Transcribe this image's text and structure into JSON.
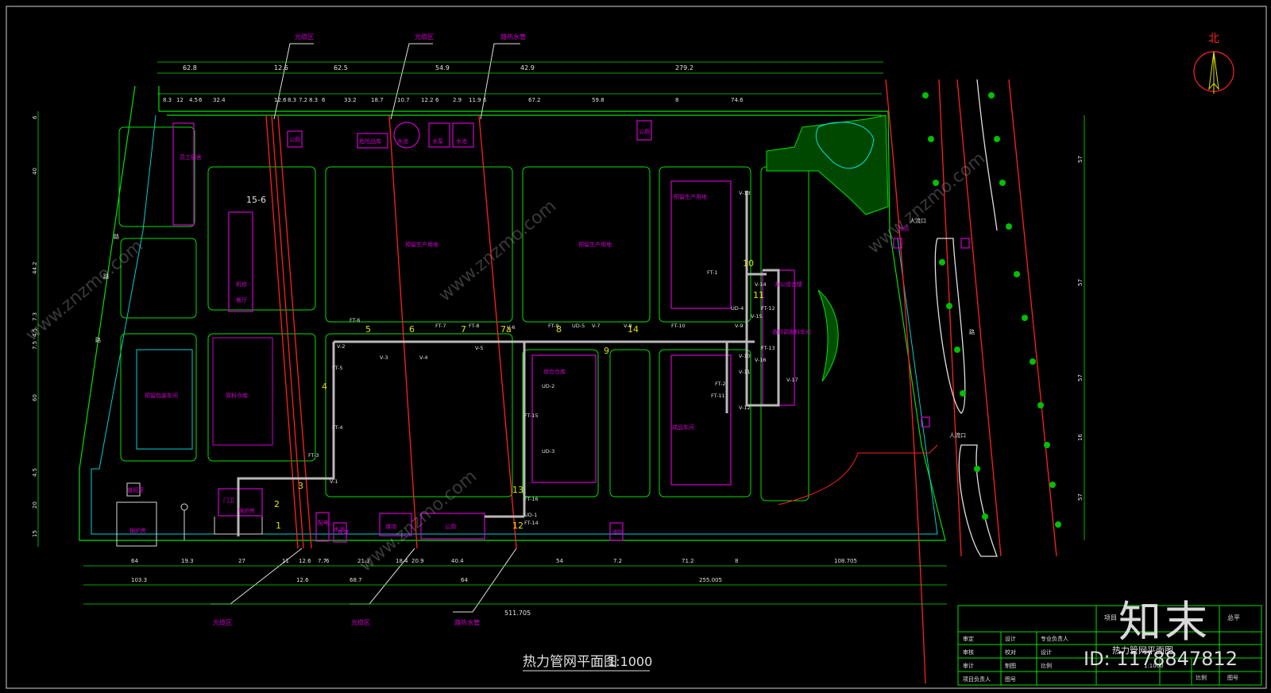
{
  "drawing": {
    "title": "热力管网平面图",
    "scale": "1:1000",
    "north": "北",
    "colors": {
      "background": "#000000",
      "green": "#00e000",
      "magenta": "#d000d0",
      "red": "#ff0000",
      "cyan": "#00d0d0",
      "white": "#e0e0e0",
      "gray": "#b0b0b0",
      "yellow": "#e0e000"
    }
  },
  "dimensions_top": [
    "62.8",
    "12.6",
    "62.5",
    "54.9",
    "42.9",
    "279.2"
  ],
  "dimensions_top2": [
    "8.3",
    "12",
    "4.5",
    "6",
    "32.4",
    "12.6",
    "8.3",
    "7.2",
    "8.3",
    "6",
    "33.2",
    "18.7",
    "10.7",
    "12.2",
    "6",
    "2.9",
    "11.9",
    "6",
    "67.2",
    "59.8",
    "8",
    "74.6"
  ],
  "dimensions_bottom": [
    "64",
    "19.3",
    "27",
    "11",
    "12.6",
    "7.7",
    "6",
    "21.3",
    "18.4",
    "20.9",
    "40.4",
    "54",
    "7.2",
    "71.2",
    "8",
    "108.705"
  ],
  "dimensions_bottom2": [
    "103.3",
    "12.6",
    "68.7",
    "64",
    "255.005"
  ],
  "dimension_total": "511.705",
  "dimensions_left": [
    "6",
    "40",
    "44.2",
    "7.3",
    "4.5",
    "7.5",
    "60",
    "4.5",
    "20",
    "15"
  ],
  "dimensions_right": [
    "57",
    "57",
    "57",
    "16",
    "57"
  ],
  "callouts_top": [
    "光缆区",
    "光缆区",
    "路热水管"
  ],
  "callouts_bottom": [
    "光缆区",
    "光缆区",
    "路热水管"
  ],
  "buildings": [
    {
      "name": "值班室"
    },
    {
      "name": "员工宿舍"
    },
    {
      "name": "公厕"
    },
    {
      "name": "危险品库"
    },
    {
      "name": "水池"
    },
    {
      "name": "水泵"
    },
    {
      "name": "水池"
    },
    {
      "name": "公厕"
    },
    {
      "name": "机修"
    },
    {
      "name": "餐厅"
    },
    {
      "name": "预留生产用地"
    },
    {
      "name": "预留生产用地"
    },
    {
      "name": "预留生产用地"
    },
    {
      "name": "预留包装车间"
    },
    {
      "name": "原料仓库"
    },
    {
      "name": "综合仓库"
    },
    {
      "name": "成品车间"
    },
    {
      "name": "香料调香料车间"
    },
    {
      "name": "办公综合楼"
    },
    {
      "name": "门卫"
    },
    {
      "name": "锅炉房"
    },
    {
      "name": "锅炉房"
    },
    {
      "name": "煤场"
    },
    {
      "name": "配电"
    },
    {
      "name": "公厕"
    },
    {
      "name": "灰渣"
    },
    {
      "name": "水池"
    },
    {
      "name": "消防"
    },
    {
      "name": "公厕"
    }
  ],
  "pipe_tags": [
    "V-1",
    "V-2",
    "V-3",
    "V-4",
    "V-5",
    "V-6",
    "V-7",
    "V-8",
    "V-9",
    "V-10",
    "V-11",
    "V-12",
    "V-13",
    "V-14",
    "V-15",
    "V-16",
    "V-17",
    "FT-1",
    "FT-2",
    "FT-3",
    "FT-4",
    "FT-5",
    "FT-6",
    "FT-7",
    "FT-8",
    "FT-9",
    "FT-10",
    "FT-11",
    "FT-12",
    "FT-13",
    "FT-14",
    "FT-15",
    "FT-16",
    "UD-1",
    "UD-2",
    "UD-3",
    "UD-4",
    "UD-5"
  ],
  "section_marks": [
    "1",
    "2",
    "3",
    "4",
    "5",
    "6",
    "7",
    "7a",
    "8",
    "9",
    "10",
    "11",
    "12",
    "13",
    "14",
    "15-6"
  ],
  "entrances": [
    "人流口",
    "人流口"
  ],
  "roads": [
    "路",
    "路",
    "路",
    "路"
  ],
  "title_block": {
    "rows": [
      [
        "审定",
        "设计",
        "专业负责人"
      ],
      [
        "审核",
        "校对",
        "设计"
      ],
      [
        "审计",
        "制图",
        "比例",
        "1:1000"
      ],
      [
        "项目负责人",
        "图号"
      ]
    ],
    "drawing_name": "热力管网平面图",
    "project": "项目",
    "sheet": "总平",
    "cols": [
      "比例",
      "图号"
    ]
  },
  "watermark": {
    "logo": "知末",
    "id": "ID: 1178847812",
    "site": "www.znzmo.com"
  }
}
